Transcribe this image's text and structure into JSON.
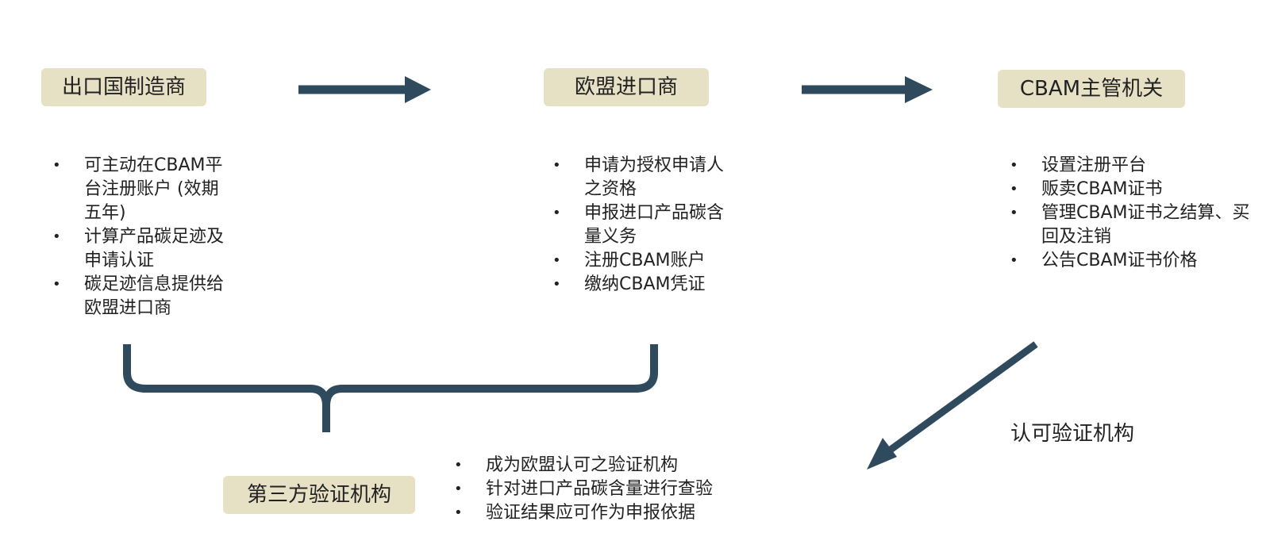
{
  "colors": {
    "box_fill": "#e6e1c4",
    "arrow": "#2e4a5c",
    "text": "#222222"
  },
  "exporter": {
    "title": "出口国制造商",
    "bullets": [
      "可主动在CBAM平台注册账户 (效期五年)",
      "计算产品碳足迹及申请认证",
      "碳足迹信息提供给欧盟进口商"
    ]
  },
  "importer": {
    "title": "欧盟进口商",
    "bullets": [
      "申请为授权申请人之资格",
      "申报进口产品碳含量义务",
      "注册CBAM账户",
      "缴纳CBAM凭证"
    ]
  },
  "authority": {
    "title": "CBAM主管机关",
    "bullets": [
      "设置注册平台",
      "贩卖CBAM证书",
      "管理CBAM证书之结算、买回及注销",
      "公告CBAM证书价格"
    ]
  },
  "verifier": {
    "title": "第三方验证机构",
    "bullets": [
      "成为欧盟认可之验证机构",
      "针对进口产品碳含量进行查验",
      "验证结果应可作为申报依据"
    ]
  },
  "accredit_label": "认可验证机构"
}
